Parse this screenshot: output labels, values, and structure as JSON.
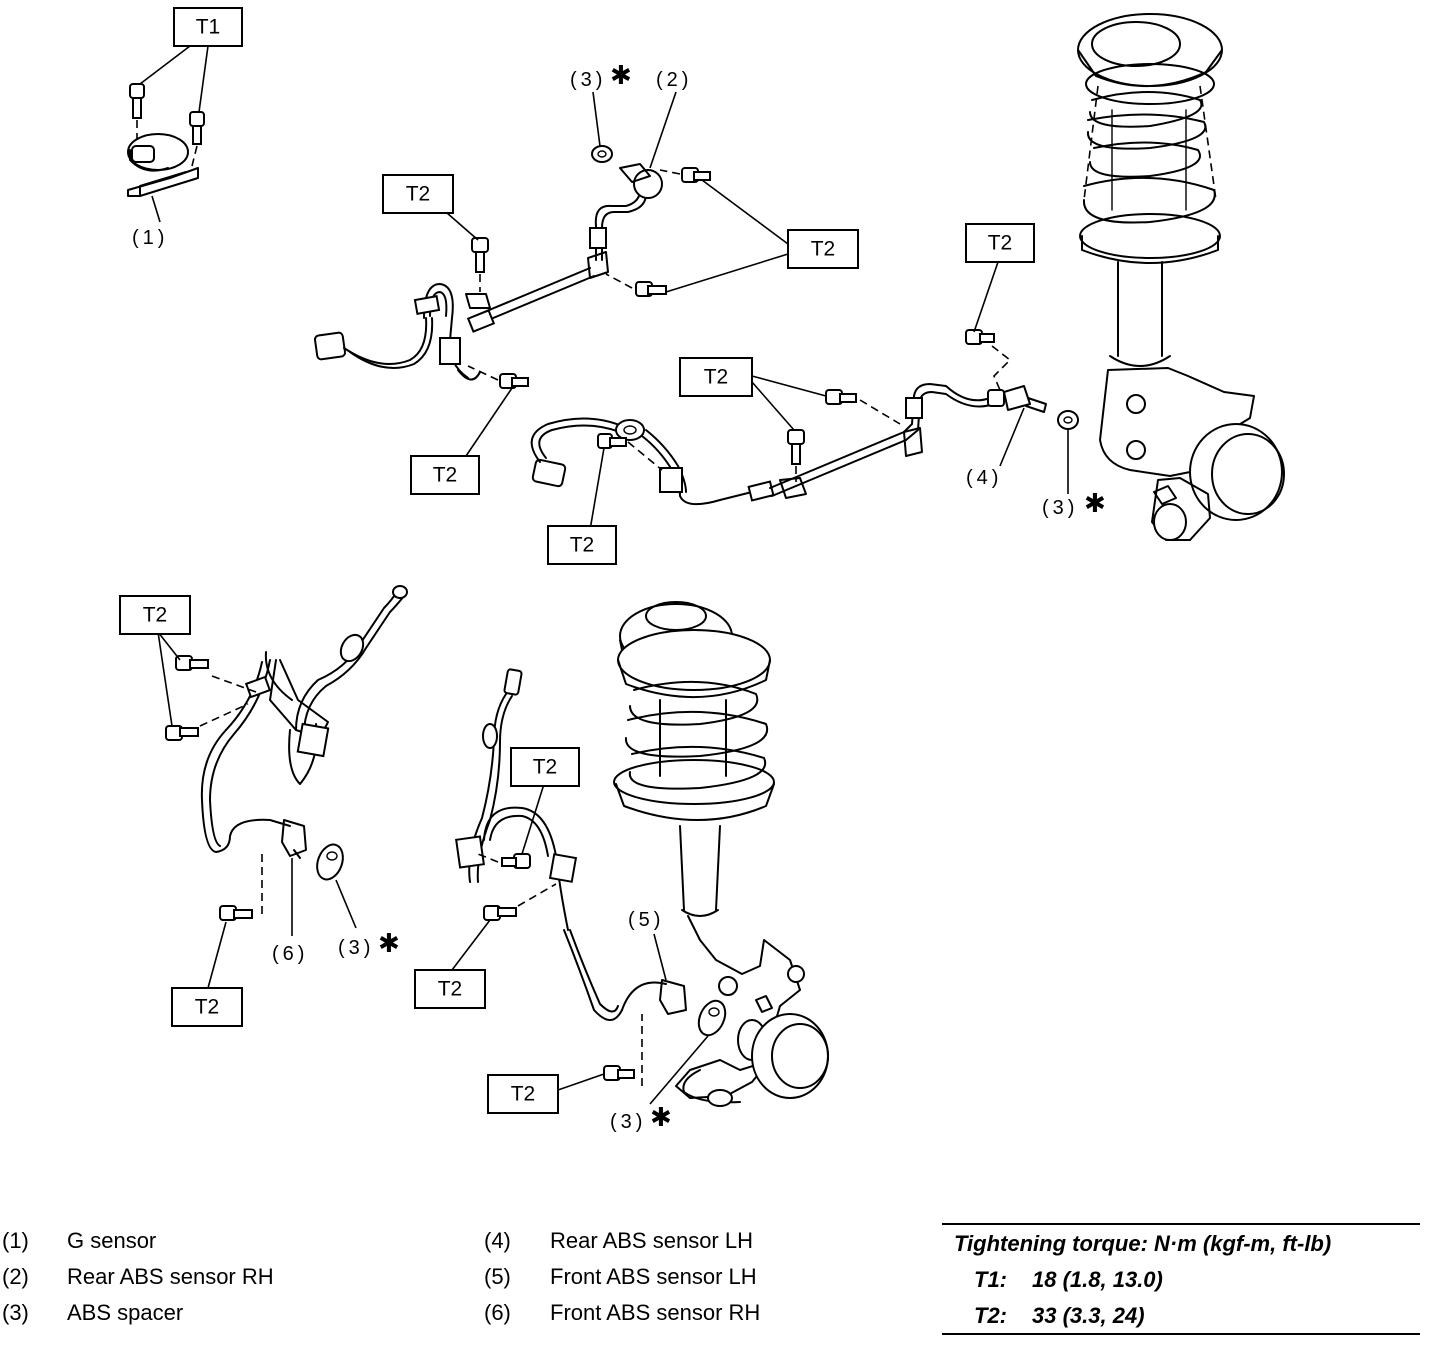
{
  "torque_boxes": {
    "t1": "T1",
    "t2": "T2"
  },
  "callouts": {
    "c1": "(1)",
    "c2": "(2)",
    "c3": "(3)",
    "c4": "(4)",
    "c5": "(5)",
    "c6": "(6)",
    "asterisk": "✱"
  },
  "legend": {
    "items": [
      {
        "num": "(1)",
        "name": "G sensor"
      },
      {
        "num": "(2)",
        "name": "Rear ABS sensor RH"
      },
      {
        "num": "(3)",
        "name": "ABS spacer"
      },
      {
        "num": "(4)",
        "name": "Rear ABS sensor LH"
      },
      {
        "num": "(5)",
        "name": "Front ABS sensor LH"
      },
      {
        "num": "(6)",
        "name": "Front ABS sensor RH"
      }
    ]
  },
  "torque_table": {
    "title": "Tightening torque: N·m (kgf-m, ft-lb)",
    "rows": [
      {
        "key": "T1:",
        "value": "18 (1.8, 13.0)"
      },
      {
        "key": "T2:",
        "value": "33 (3.3, 24)"
      }
    ]
  }
}
